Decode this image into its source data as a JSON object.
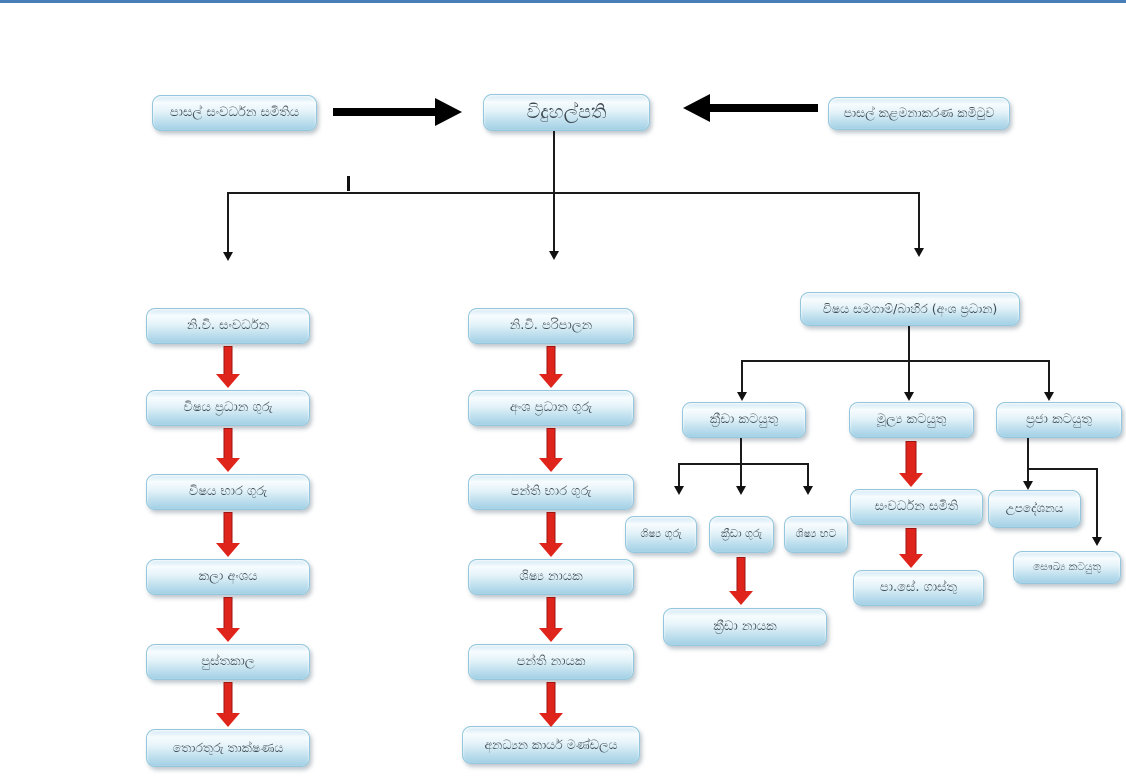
{
  "top": {
    "school_dev_society": "පාසල් සංවර්ධන සමිතිය",
    "principal": "විදුහල්පති",
    "school_mgmt_committee": "පාසල් කළමනාකරණ කමිටුව"
  },
  "left_column": [
    "නි.වි. සංවර්ධන",
    "විෂය ප්‍රධාන ගුරු",
    "විෂය භාර ගුරු",
    "කලා අංශය",
    "පුස්තකාල",
    "තොරතුරු තාක්ෂණය"
  ],
  "middle_column": [
    "නි.වි. පරිපාලන",
    "අංශ ප්‍රධාන ගුරු",
    "පන්ති භාර ගුරු",
    "ශිෂ්‍ය නායක",
    "පන්ති නායක",
    "අනධ්‍යන කාර්ය මණ්ඩලය"
  ],
  "right_section": {
    "header": "විෂය සමගාම්/බාහිර (අංශ ප්‍රධාන)",
    "sports": "ක්‍රීඩා කටයුතු",
    "finance": "මූල්‍ය කටයුතු",
    "community": "ප්‍රජා කටයුතු",
    "sports_children": [
      "ශිෂ්‍ය ගුරු",
      "ක්‍රීඩා ගුරු",
      "ශිෂ්‍ය භට"
    ],
    "sports_leader": "ක්‍රීඩා නායක",
    "finance_chain": [
      "සංවර්ධන සමිති",
      "පා.සේ. ගාස්තු"
    ],
    "community_children": [
      "උපදේශනය",
      "සෞඛ්‍ය කටයුතු"
    ]
  },
  "colors": {
    "box_border": "#94c7dd",
    "box_fill_top": "#f7fcfe",
    "box_fill_bottom": "#a2d0e5",
    "red_arrow": "#df241b",
    "connector": "#1a1a1a",
    "bottom_rule": "#4a7ebb",
    "text": "#3f4a52"
  }
}
